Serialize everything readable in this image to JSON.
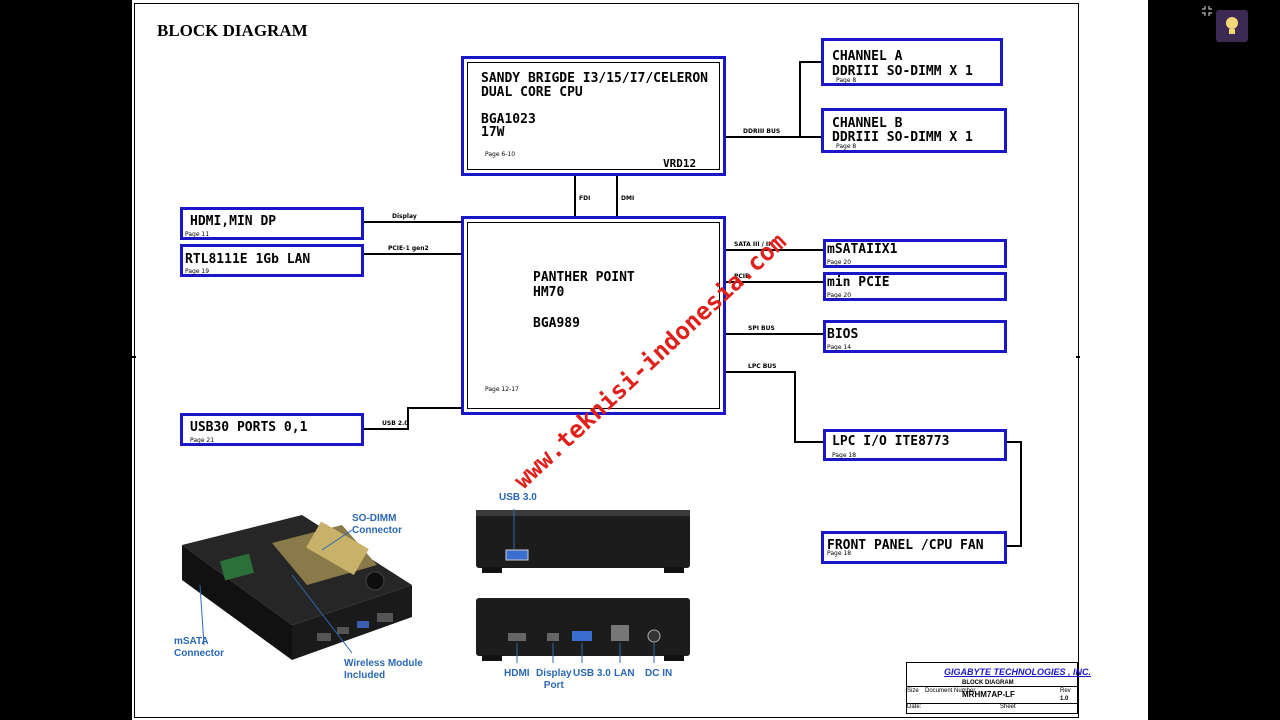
{
  "title": "BLOCK DIAGRAM",
  "blocks": {
    "cpu": {
      "l1": "SANDY BRIGDE I3/15/I7/CELERON",
      "l2": "DUAL CORE CPU",
      "l3": "BGA1023",
      "l4": "17W",
      "page": "Page 6-10",
      "vrd": "VRD12"
    },
    "chA": {
      "l1": "CHANNEL A",
      "l2": "DDRIII SO-DIMM X 1",
      "page": "Page 8"
    },
    "chB": {
      "l1": "CHANNEL B",
      "l2": "DDRIII SO-DIMM X 1",
      "page": "Page 8"
    },
    "pch": {
      "l1": "PANTHER POINT",
      "l2": "HM70",
      "l3": "BGA989",
      "page": "Page 12-17"
    },
    "hdmi": {
      "label": "HDMI,MIN DP",
      "page": "Page 11"
    },
    "lan": {
      "label": "RTL8111E 1Gb LAN",
      "page": "Page 19"
    },
    "usb": {
      "label": "USB30 PORTS 0,1",
      "page": "Page 21"
    },
    "msata": {
      "label": "mSATAIIX1",
      "page": "Page 20"
    },
    "pcie": {
      "label": "min PCIE",
      "page": "Page 20"
    },
    "bios": {
      "label": "BIOS",
      "page": "Page 14"
    },
    "lpc": {
      "label": "LPC I/O ITE8773",
      "page": "Page 18"
    },
    "fp": {
      "label": "FRONT PANEL /CPU FAN",
      "page": "Page 18"
    }
  },
  "buses": {
    "ddr": "DDRIII BUS",
    "fdi": "FDI",
    "dmi": "DMI",
    "display": "Display",
    "pcie1": "PCIE-1 gen2",
    "usb2": "USB 2.0",
    "sata": "SATA III / II",
    "pcie": "PCIE",
    "spi": "SPI BUS",
    "lpc": "LPC BUS"
  },
  "watermark": "www.teknisi-indonesia.com",
  "photo_labels": {
    "sodimm": "SO-DIMM\nConnector",
    "msata": "mSATA\nConnector",
    "wireless": "Wireless Module\nIncluded",
    "usb3top": "USB 3.0",
    "hdmi": "HDMI",
    "dp": "Display\nPort",
    "usb3": "USB 3.0",
    "lan": "LAN",
    "dcin": "DC IN"
  },
  "title_block": {
    "company": "GIGABYTE TECHNOLOGIES , INC.",
    "doc_title": "BLOCK DIAGRAM",
    "doc_number": "MRHM7AP-LF",
    "rev": "1.0",
    "size_label": "Size",
    "docnum_label": "Document Number",
    "rev_label": "Rev",
    "date_label": "Date:",
    "sheet_label": "Sheet"
  },
  "colors": {
    "box_border": "#1b17c8",
    "caption": "#2a68b5",
    "watermark": "#e0201a",
    "company": "#1b17c8"
  },
  "icons": [
    "lightbulb-icon",
    "collapse-icon"
  ]
}
